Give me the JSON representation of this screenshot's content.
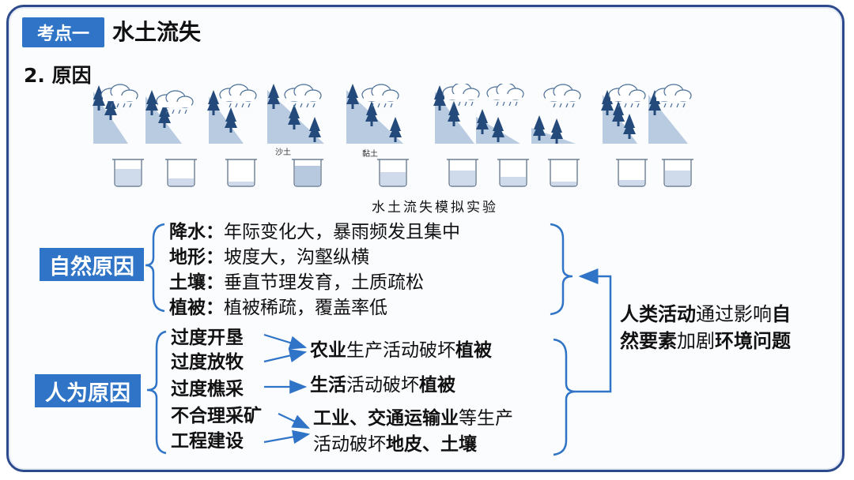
{
  "header": {
    "tag": "考点一",
    "title": "水土流失"
  },
  "section": {
    "heading": "2. 原因"
  },
  "figure": {
    "caption": "水土流失模拟实验",
    "label_sand": "沙土",
    "label_clay": "黏土"
  },
  "natural": {
    "label": "自然原因",
    "items": [
      {
        "key": "降水：",
        "value": "年际变化大，暴雨频发且集中"
      },
      {
        "key": "地形：",
        "value": "坡度大，沟壑纵横"
      },
      {
        "key": "土壤：",
        "value": "垂直节理发育，土质疏松"
      },
      {
        "key": "植被：",
        "value": "植被稀疏，覆盖率低"
      }
    ]
  },
  "human": {
    "label": "人为原因",
    "causes": [
      "过度开垦",
      "过度放牧",
      "过度樵采",
      "不合理采矿",
      "工程建设"
    ],
    "effects": {
      "e1": {
        "a": "农业",
        "b": "生产活动破坏",
        "c": "植被"
      },
      "e2": {
        "a": "生活",
        "b": "活动破坏",
        "c": "植被"
      },
      "e3": {
        "a": "工业、交通运输业",
        "b": "等生产"
      },
      "e4": {
        "a": "活动破坏",
        "b": "地皮、土壤"
      }
    }
  },
  "conclusion": {
    "l1": {
      "a": "人类活动",
      "b": "通过影响",
      "c": "自"
    },
    "l2": {
      "a": "然要素",
      "b": "加剧",
      "c": "环境问题"
    }
  }
}
